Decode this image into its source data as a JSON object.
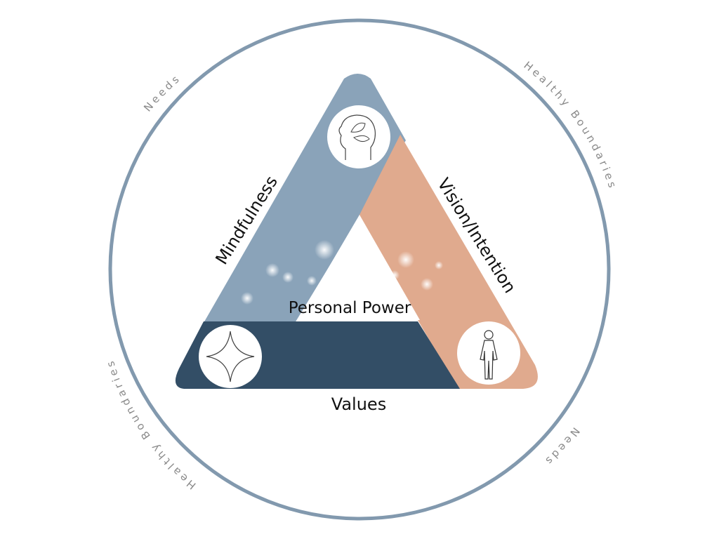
{
  "diagram": {
    "center_label": "Personal Power",
    "sides": {
      "left": "Mindfulness",
      "right": "Vision/Intention",
      "bottom": "Values"
    },
    "ring_labels": {
      "top_left": "Needs",
      "top_right": "Healthy Boundaries",
      "bottom_left": "Healthy Boundaries",
      "bottom_right": "Needs"
    },
    "icons": {
      "top": "head-with-leaves-icon",
      "bottom_left": "four-point-star-icon",
      "bottom_right": "human-body-icon"
    },
    "colors": {
      "left_band": "#8aa3b9",
      "right_band": "#e0aa8e",
      "bottom_band": "#334e66",
      "ring": "#8299ae"
    }
  }
}
